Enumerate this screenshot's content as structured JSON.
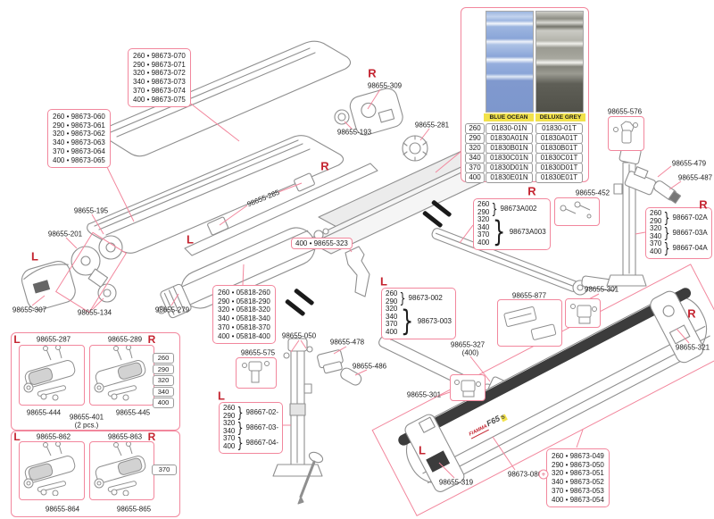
{
  "letters": {
    "L": "L",
    "R": "R"
  },
  "symbols": {
    "plus": "+",
    "brace": "}"
  },
  "colors": {
    "accent_pink": "#f2879d",
    "letter_red": "#c42430",
    "highlight_yellow": "#f2e24b"
  },
  "fabric_table": {
    "headers": {
      "blue": "BLUE OCEAN",
      "grey": "DELUXE GREY"
    },
    "rows": [
      {
        "size": "260",
        "blue": "01830-01N",
        "grey": "01830-01T"
      },
      {
        "size": "290",
        "blue": "01830A01N",
        "grey": "01830A01T"
      },
      {
        "size": "320",
        "blue": "01830B01N",
        "grey": "01830B01T"
      },
      {
        "size": "340",
        "blue": "01830C01N",
        "grey": "01830C01T"
      },
      {
        "size": "370",
        "blue": "01830D01N",
        "grey": "01830D01T"
      },
      {
        "size": "400",
        "blue": "01830E01N",
        "grey": "01830E01T"
      }
    ]
  },
  "part_lists": {
    "case_outer": [
      "260 • 98673-070",
      "290 • 98673-071",
      "320 • 98673-072",
      "340 • 98673-073",
      "370 • 98673-074",
      "400 • 98673-075"
    ],
    "case_inner": [
      "260 • 98673-060",
      "290 • 98673-061",
      "320 • 98673-062",
      "340 • 98673-063",
      "370 • 98673-064",
      "400 • 98673-065"
    ],
    "roller_tube": [
      "260 • 05818-260",
      "290 • 05818-290",
      "320 • 05818-320",
      "340 • 05818-340",
      "370 • 05818-370",
      "400 • 05818-400"
    ],
    "lead_bar": [
      "260 • 98673-049",
      "290 • 98673-050",
      "320 • 98673-051",
      "340 • 98673-052",
      "370 • 98673-053",
      "400 • 98673-054"
    ]
  },
  "brace_lists": {
    "arm_right": {
      "letter": "R",
      "groups": [
        {
          "sizes": [
            "260",
            "290"
          ],
          "part": "98673A002"
        },
        {
          "sizes": [
            "320",
            "340",
            "370",
            "400"
          ],
          "part": "98673A003"
        }
      ]
    },
    "arm_left": {
      "letter": "L",
      "groups": [
        {
          "sizes": [
            "260",
            "290"
          ],
          "part": "98673-002"
        },
        {
          "sizes": [
            "320",
            "340",
            "370",
            "400"
          ],
          "part": "98673-003"
        }
      ]
    },
    "leg_right": {
      "letter": "R",
      "groups": [
        {
          "sizes": [
            "260",
            "290"
          ],
          "part": "98667-02A"
        },
        {
          "sizes": [
            "320",
            "340"
          ],
          "part": "98667-03A"
        },
        {
          "sizes": [
            "370",
            "400"
          ],
          "part": "98667-04A"
        }
      ]
    },
    "leg_left": {
      "letter": "L",
      "groups": [
        {
          "sizes": [
            "260",
            "290"
          ],
          "part": "98667-02-"
        },
        {
          "sizes": [
            "320",
            "340"
          ],
          "part": "98667-03-"
        },
        {
          "sizes": [
            "370",
            "400"
          ],
          "part": "98667-04-"
        }
      ]
    }
  },
  "labels": {
    "roller_cap_right": "98655-309",
    "bushing": "98655-193",
    "knob": "98655-281",
    "support_rail": "98655-285",
    "cover_disc": "98655-195",
    "gearbox": "98655-201",
    "end_cap_left": "98655-307",
    "crank_gear": "98655-134",
    "roller_end": "98655-279",
    "wall_bracket_single": "400 • 98655-323",
    "leg_top_bracket_boxed": "98655-575",
    "leg_knuckle": "98655-050",
    "arm_foot_bracket": "98655-478",
    "arm_pin": "98655-486",
    "rafter_bracket_400": "98655-327",
    "rafter_bracket_400_qty": "(400)",
    "clip_boxed": "98655-877",
    "lead_bracket_mid": "98655-301",
    "upper_bracket_boxed": "98655-576",
    "screw_set": "98655-452",
    "knuckle_top_right": "98655-479",
    "pin_top_right": "98655-487",
    "lead_cap_left": "98655-319",
    "lead_profile": "98673-086",
    "lead_cap_right": "98655-321"
  },
  "clamp_section": {
    "row1": {
      "left_letter": "L",
      "left_title": "98655-287",
      "right_title": "98655-289",
      "right_letter": "R",
      "label_left": "98655-444",
      "label_center": "98655-401",
      "label_center_qty": "(2 pcs.)",
      "label_right": "98655-445",
      "sizes": [
        "260",
        "290",
        "320",
        "340",
        "400"
      ]
    },
    "row2": {
      "left_letter": "L",
      "left_title": "98655-862",
      "right_title": "98655-863",
      "right_letter": "R",
      "label_left": "98655-864",
      "label_right": "98655-865",
      "size": "370"
    }
  },
  "logo": {
    "brand": "FIAMMA",
    "model": "F65",
    "variant": "S"
  }
}
